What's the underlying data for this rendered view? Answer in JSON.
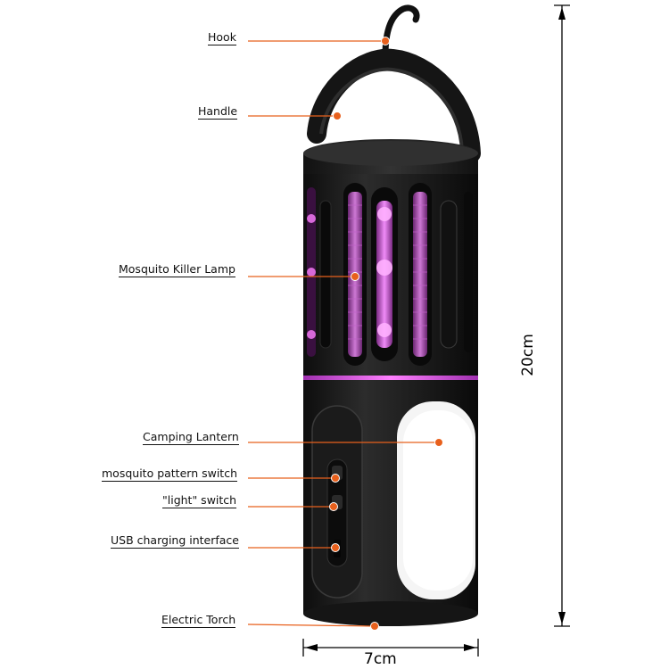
{
  "labels": {
    "hook": "Hook",
    "handle": "Handle",
    "mosquito_killer_lamp": "Mosquito Killer Lamp",
    "camping_lantern": "Camping Lantern",
    "mosquito_pattern_switch": "mosquito pattern switch",
    "light_switch": "\"light\" switch",
    "usb_charging_interface": "USB charging interface",
    "electric_torch": "Electric Torch"
  },
  "dimensions": {
    "height": "20cm",
    "width": "7cm"
  },
  "colors": {
    "leader_line": "#e8601c",
    "marker": "#e8601c",
    "body": "#1e1e1e",
    "uv_glow": "#e060e8",
    "lantern_panel": "#f4f4f4"
  }
}
